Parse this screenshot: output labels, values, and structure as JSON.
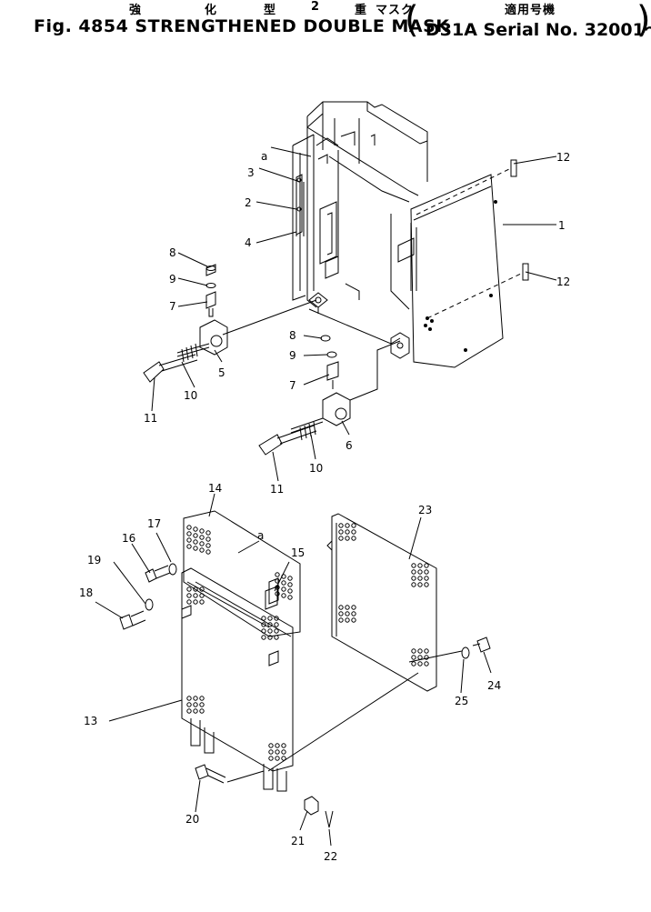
{
  "header": {
    "jp_1": "強",
    "jp_2": "化",
    "jp_3": "型",
    "jp_4": "2",
    "jp_5": "重",
    "jp_6": "マスク",
    "jp_7": "適用号機",
    "title": "Fig. 4854 STRENGTHENED DOUBLE MASK",
    "serial": "D31A Serial No. 32001～"
  },
  "callouts": {
    "n1": "1",
    "n2": "2",
    "n3": "3",
    "n4": "4",
    "n5": "5",
    "n6": "6",
    "n7a": "7",
    "n7b": "7",
    "n8a": "8",
    "n8b": "8",
    "n9a": "9",
    "n9b": "9",
    "n10a": "10",
    "n10b": "10",
    "n11a": "11",
    "n11b": "11",
    "n12a": "12",
    "n12b": "12",
    "n13": "13",
    "n14": "14",
    "n15": "15",
    "n16": "16",
    "n17": "17",
    "n18": "18",
    "n19": "19",
    "n20": "20",
    "n21": "21",
    "n22": "22",
    "n23": "23",
    "n24": "24",
    "n25": "25",
    "a_top": "a",
    "a_mid": "a"
  }
}
